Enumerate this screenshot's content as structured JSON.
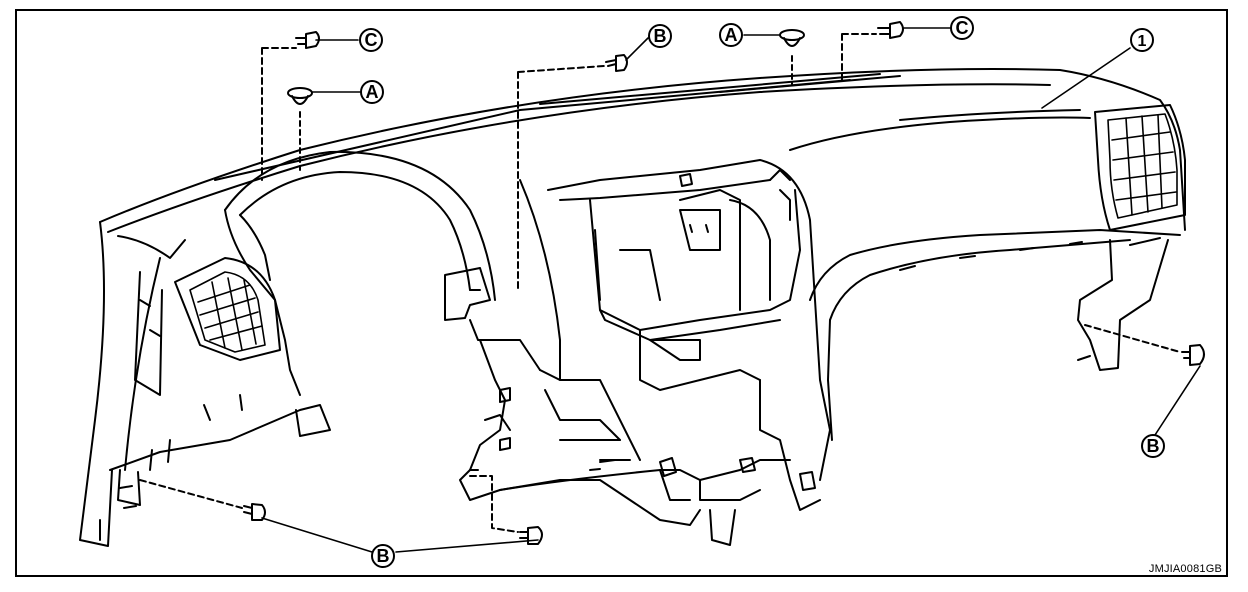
{
  "callouts": {
    "a": "A",
    "b": "B",
    "c": "C",
    "part_1": "1"
  },
  "figure_code": "JMJIA0081GB"
}
